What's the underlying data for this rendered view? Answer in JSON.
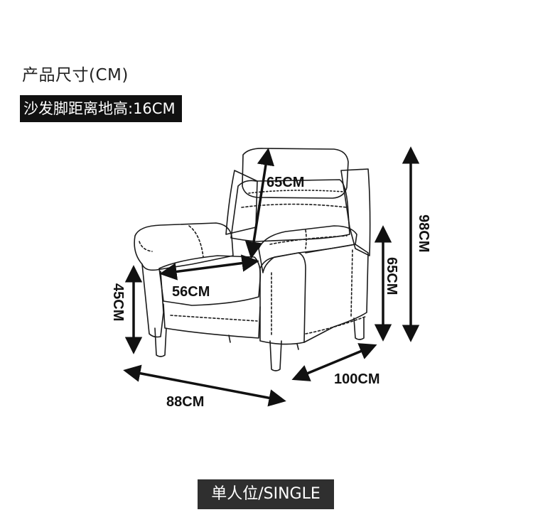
{
  "header": {
    "title": "产品尺寸(CM)",
    "note": "沙发脚距离地高:16CM"
  },
  "dimensions": {
    "headrest_height": "65CM",
    "seat_depth": "56CM",
    "seat_height": "45CM",
    "total_height": "98CM",
    "side_height": "65CM",
    "width": "88CM",
    "reclined_depth": "100CM"
  },
  "footer": {
    "label": "单人位/SINGLE"
  },
  "colors": {
    "banner_bg": "#111111",
    "footer_bg": "#2f2f2f",
    "line": "#1a1a1a"
  }
}
